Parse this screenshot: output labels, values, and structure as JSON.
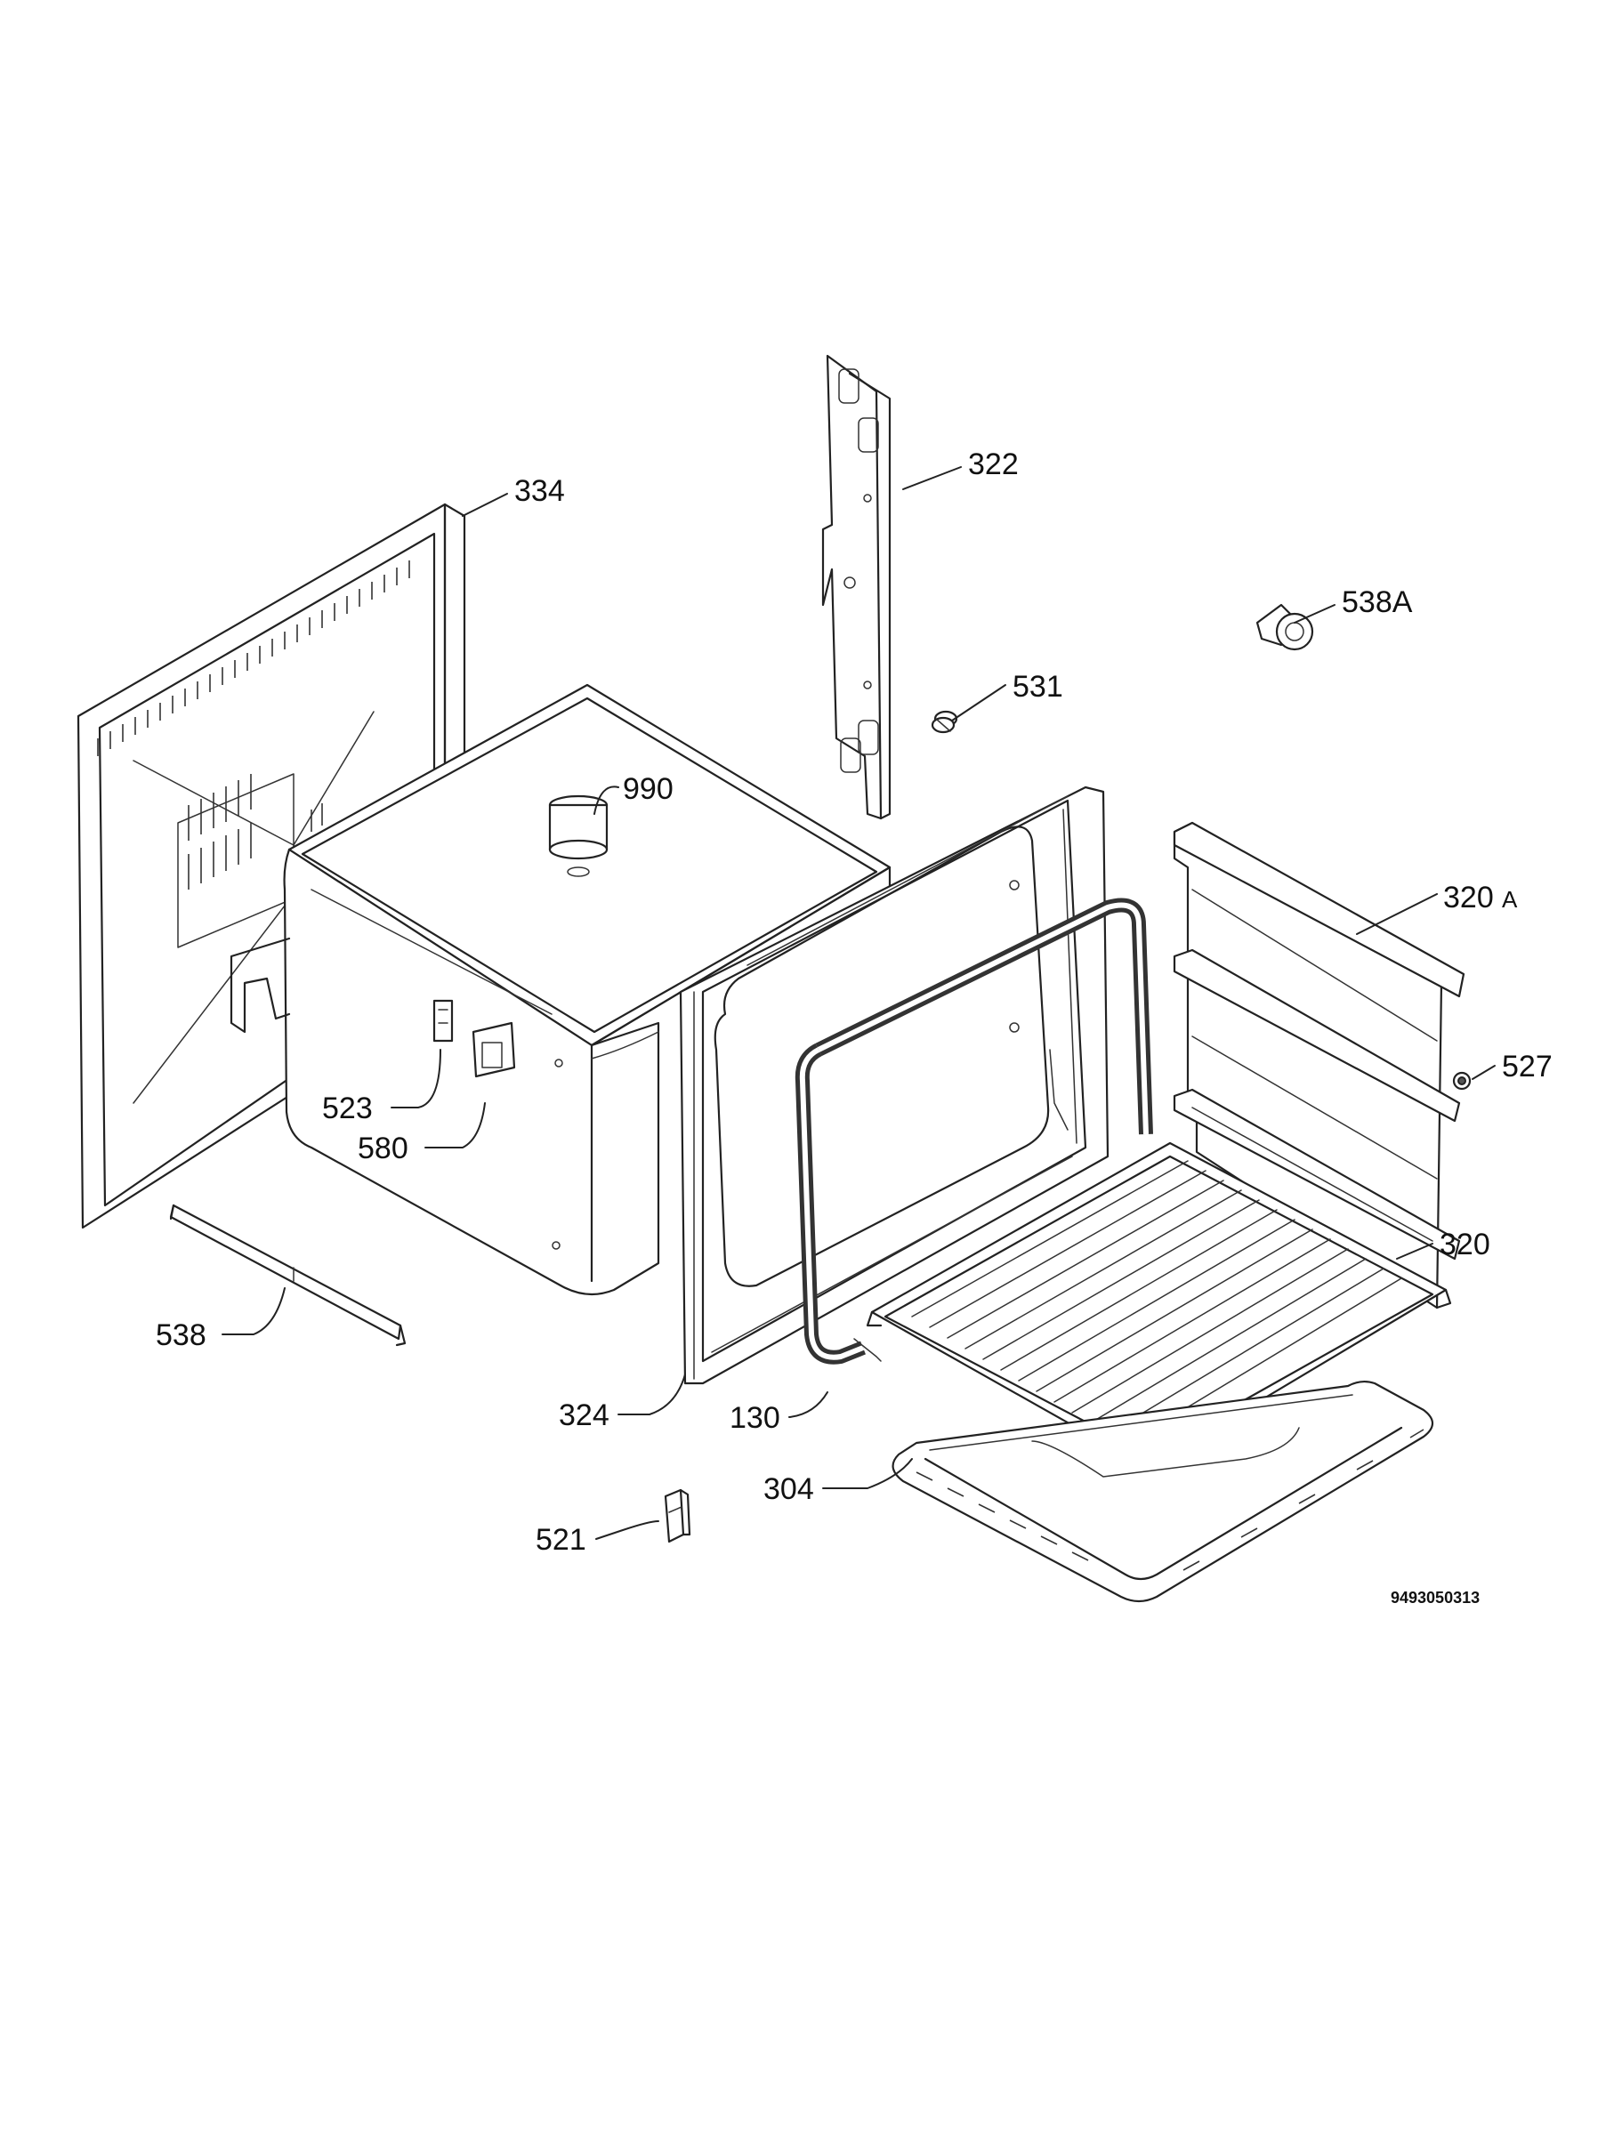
{
  "callouts": {
    "p334": "334",
    "p322": "322",
    "p538A": "538A",
    "p531": "531",
    "p990": "990",
    "p320A": "320",
    "p320A_suffix": "A",
    "p527": "527",
    "p523": "523",
    "p580": "580",
    "p320": "320",
    "p538": "538",
    "p324": "324",
    "p130": "130",
    "p304": "304",
    "p521": "521"
  },
  "reference_number": "9493050313"
}
